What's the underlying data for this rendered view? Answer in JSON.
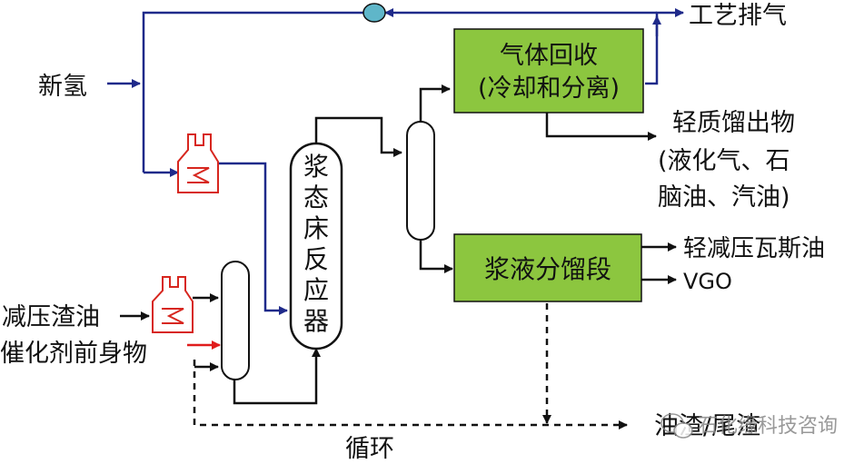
{
  "colors": {
    "process_line": "#111111",
    "hydrogen_line": "#1f2a8a",
    "catalyst_line": "#e01c1c",
    "box_fill": "#8cc63f",
    "heater_stroke": "#d7261e",
    "valve_fill": "#5fb6c9"
  },
  "labels": {
    "fresh_hydrogen": "新氢",
    "vacuum_residue": "减压渣油",
    "catalyst_precursor": "催化剂前身物",
    "reactor_chars": [
      "浆",
      "态",
      "床",
      "反",
      "应",
      "器"
    ],
    "gas_recovery_line1": "气体回收",
    "gas_recovery_line2": "(冷却和分离)",
    "process_exhaust": "工艺排气",
    "light_distillate": "轻质馏出物",
    "light_distillate_note1": "(液化气、石",
    "light_distillate_note2": "脑油、汽油)",
    "slurry_fractionation": "浆液分馏段",
    "light_vgo": "轻减压瓦斯油",
    "vgo": "VGO",
    "residue_tail": "油渣/尾渣",
    "recycle": "循环"
  },
  "watermark": {
    "text": "石化缘科技咨询",
    "icon": "wechat-icon"
  },
  "icons": {
    "valve": "valve-icon",
    "heater": "heater-icon"
  }
}
